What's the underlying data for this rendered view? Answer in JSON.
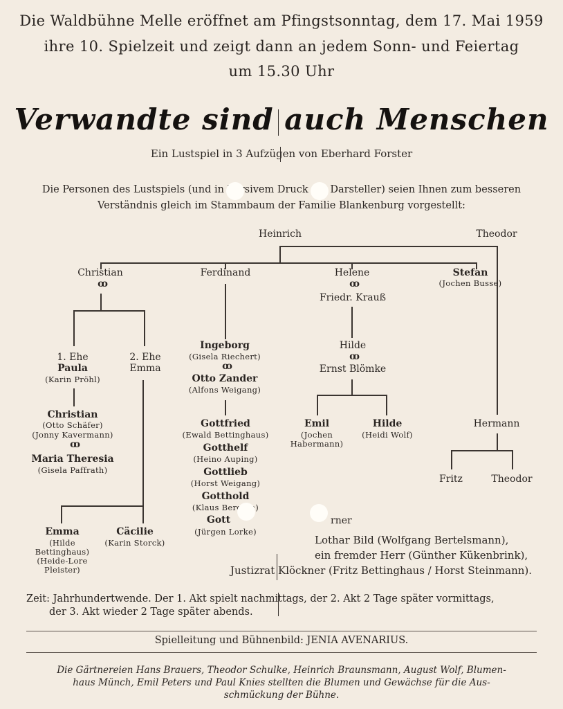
{
  "header": {
    "line1": "Die Waldbühne Melle eröffnet am Pfingstsonntag, dem 17. Mai 1959",
    "line2": "ihre 10. Spielzeit und zeigt dann an jedem Sonn- und Feiertag",
    "line3": "um 15.30 Uhr"
  },
  "title": "Verwandte sind auch Menschen",
  "subtitle": "Ein Lustspiel in 3 Aufzügen von Eberhard Forster",
  "intro": {
    "line1": "Die Personen des Lustspiels (und in kursivem Druck die Darsteller) seien Ihnen zum besseren",
    "line2": "Verständnis gleich im Stammbaum der Familie Blankenburg vorgestellt:"
  },
  "rings_symbol": "ꝏ",
  "tree": {
    "heinrich": "Heinrich",
    "theodor_top": "Theodor",
    "christian": "Christian",
    "ferdinand": "Ferdinand",
    "helene": "Helene",
    "stefan": "Stefan",
    "stefan_actor": "(Jochen Busse)",
    "friedr_krauss": "Friedr. Krauß",
    "ehe1": "1. Ehe",
    "paula": "Paula",
    "paula_actor": "(Karin Pröhl)",
    "ehe2": "2. Ehe",
    "emma_wife": "Emma",
    "christian_jr": "Christian",
    "christian_actor1": "(Otto Schäfer)",
    "christian_actor2": "(Jonny Kavermann)",
    "maria_theresia": "Maria Theresia",
    "maria_actor": "(Gisela Paffrath)",
    "emma": "Emma",
    "emma_actor1": "(Hilde",
    "emma_actor2": "Bettinghaus)",
    "emma_actor3": "(Heide-Lore",
    "emma_actor4": "Pleister)",
    "caecilie": "Cäcilie",
    "caecilie_actor": "(Karin Storck)",
    "ingeborg": "Ingeborg",
    "ingeborg_actor": "(Gisela Riechert)",
    "otto_zander": "Otto Zander",
    "otto_actor": "(Alfons Weigang)",
    "gottfried": "Gottfried",
    "gottfried_actor": "(Ewald Bettinghaus)",
    "gotthelf": "Gotthelf",
    "gotthelf_actor": "(Heino Auping)",
    "gottlieb": "Gottlieb",
    "gottlieb_actor": "(Horst Weigang)",
    "gotthold": "Gotthold",
    "gotthold_actor": "(Klaus Berg   nn)",
    "gott5": "Gott",
    "gott5_actor": "(Jürgen Lorke)",
    "hilde_mid": "Hilde",
    "ernst": "Ernst Blömke",
    "emil": "Emil",
    "emil_actor1": "(Jochen",
    "emil_actor2": "Habermann)",
    "hilde_low": "Hilde",
    "hilde_actor": "(Heidi Wolf)",
    "hermann": "Hermann",
    "fritz": "Fritz",
    "theodor_low": "Theodor"
  },
  "others": {
    "label": "rner",
    "line1": "Lothar Bild (Wolfgang Bertelsmann),",
    "line2": "ein fremder Herr (Günther Kükenbrink),",
    "line3": "Justizrat Klöckner (Fritz Bettinghaus / Horst Steinmann)."
  },
  "time": {
    "line1": "Zeit: Jahrhundertwende. Der 1. Akt spielt nachmittags, der 2. Akt 2 Tage später vormittags,",
    "line2": "der 3. Akt wieder 2 Tage später abends."
  },
  "direction": "Spielleitung und Bühnenbild: JENIA AVENARIUS.",
  "footer": {
    "line1": "Die Gärtnereien Hans Brauers, Theodor Schulke, Heinrich Braunsmann, August Wolf, Blumen-",
    "line2": "haus Münch, Emil Peters und Paul Knies stellten die Blumen und Gewächse für die Aus-",
    "line3": "schmückung der Bühne."
  }
}
